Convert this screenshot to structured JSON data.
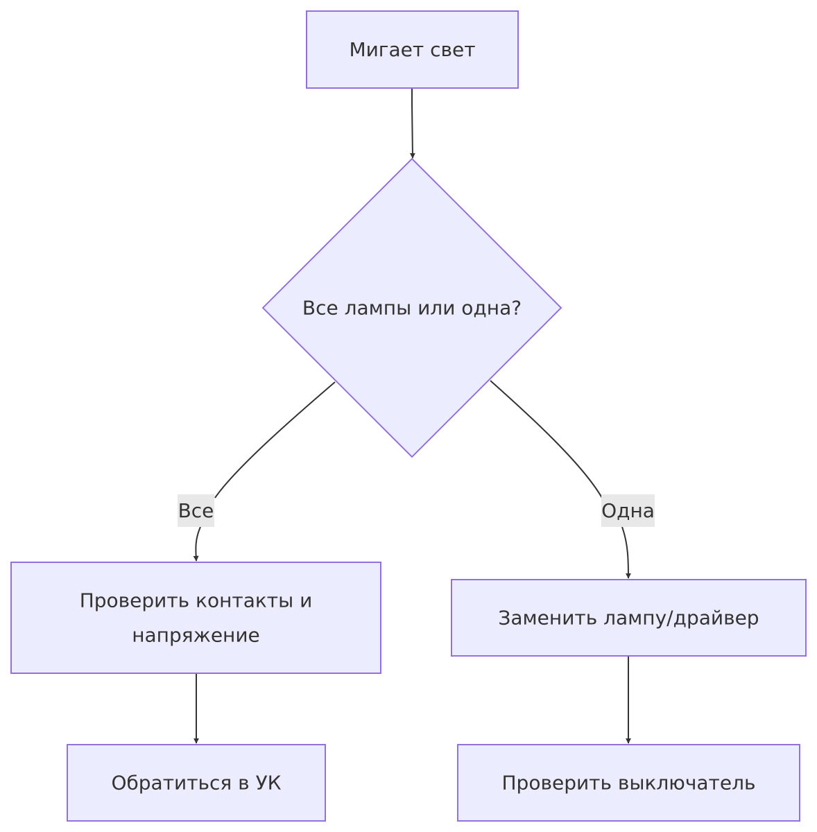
{
  "diagram": {
    "colors": {
      "node_fill": "#ECECFF",
      "node_stroke": "#9370DB",
      "edge": "#333333",
      "label_bg": "#E8E8E8",
      "text": "#333333"
    },
    "nodes": {
      "start": {
        "label": "Мигает свет"
      },
      "decision": {
        "label": "Все лампы или одна?"
      },
      "check_contacts": {
        "line1": "Проверить контакты и",
        "line2": "напряжение"
      },
      "replace_lamp": {
        "label": "Заменить лампу/драйвер"
      },
      "contact_uk": {
        "label": "Обратиться в УК"
      },
      "check_switch": {
        "label": "Проверить выключатель"
      }
    },
    "edges": {
      "all": {
        "label": "Все"
      },
      "one": {
        "label": "Одна"
      }
    }
  }
}
